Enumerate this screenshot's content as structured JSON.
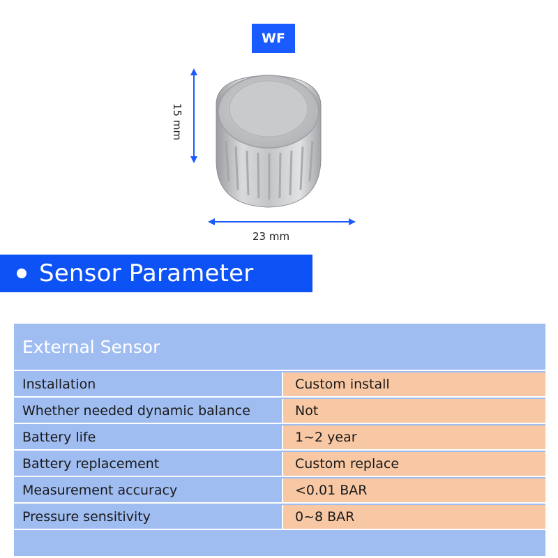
{
  "badge": {
    "label": "WF"
  },
  "product": {
    "height_label": "15 mm",
    "width_label": "23 mm",
    "colors": {
      "metal": "#bcbdc0",
      "arrow": "#1a5bff"
    }
  },
  "section": {
    "title": "Sensor Parameter",
    "accent": "#0d52f5"
  },
  "table": {
    "header": "External Sensor",
    "colors": {
      "key_bg": "#a0bdf2",
      "value_bg": "#f8c8a4"
    },
    "rows": [
      {
        "key": "Installation",
        "value": "Custom install"
      },
      {
        "key": "Whether needed dynamic balance",
        "value": "Not"
      },
      {
        "key": "Battery life",
        "value": "1~2 year"
      },
      {
        "key": "Battery replacement",
        "value": "Custom replace"
      },
      {
        "key": "Measurement accuracy",
        "value": "<0.01 BAR"
      },
      {
        "key": "Pressure sensitivity",
        "value": "0~8 BAR"
      }
    ]
  }
}
